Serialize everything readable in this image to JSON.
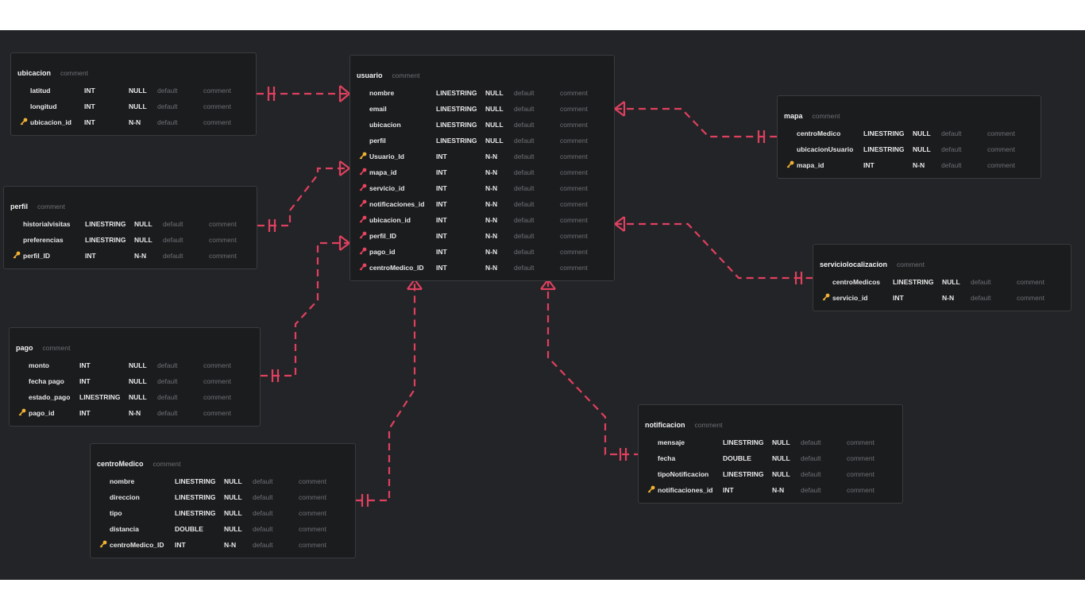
{
  "colors": {
    "canvas": "#232427",
    "card": "#1b1c1e",
    "relation": "#e0405f",
    "pk_key": "#f2b233",
    "fk_key": "#e8455f"
  },
  "tables": [
    {
      "id": "ubicacion",
      "name": "ubicacion",
      "comment": "comment",
      "columns": [
        {
          "name": "latitud",
          "type": "INT",
          "nullable": "NULL",
          "default": "default",
          "comment": "comment",
          "key": ""
        },
        {
          "name": "longitud",
          "type": "INT",
          "nullable": "NULL",
          "default": "default",
          "comment": "comment",
          "key": ""
        },
        {
          "name": "ubicacion_id",
          "type": "INT",
          "nullable": "N-N",
          "default": "default",
          "comment": "comment",
          "key": "pk"
        }
      ]
    },
    {
      "id": "perfil",
      "name": "perfil",
      "comment": "comment",
      "columns": [
        {
          "name": "historialvisitas",
          "type": "LINESTRING",
          "nullable": "NULL",
          "default": "default",
          "comment": "comment",
          "key": ""
        },
        {
          "name": "preferencias",
          "type": "LINESTRING",
          "nullable": "NULL",
          "default": "default",
          "comment": "comment",
          "key": ""
        },
        {
          "name": "perfil_ID",
          "type": "INT",
          "nullable": "N-N",
          "default": "default",
          "comment": "comment",
          "key": "pk"
        }
      ]
    },
    {
      "id": "pago",
      "name": "pago",
      "comment": "comment",
      "columns": [
        {
          "name": "monto",
          "type": "INT",
          "nullable": "NULL",
          "default": "default",
          "comment": "comment",
          "key": ""
        },
        {
          "name": "fecha pago",
          "type": "INT",
          "nullable": "NULL",
          "default": "default",
          "comment": "comment",
          "key": ""
        },
        {
          "name": "estado_pago",
          "type": "LINESTRING",
          "nullable": "NULL",
          "default": "default",
          "comment": "comment",
          "key": ""
        },
        {
          "name": "pago_id",
          "type": "INT",
          "nullable": "N-N",
          "default": "default",
          "comment": "comment",
          "key": "pk"
        }
      ]
    },
    {
      "id": "centroMedico",
      "name": "centroMedico",
      "comment": "comment",
      "columns": [
        {
          "name": "nombre",
          "type": "LINESTRING",
          "nullable": "NULL",
          "default": "default",
          "comment": "comment",
          "key": ""
        },
        {
          "name": "direccion",
          "type": "LINESTRING",
          "nullable": "NULL",
          "default": "default",
          "comment": "comment",
          "key": ""
        },
        {
          "name": "tipo",
          "type": "LINESTRING",
          "nullable": "NULL",
          "default": "default",
          "comment": "comment",
          "key": ""
        },
        {
          "name": "distancia",
          "type": "DOUBLE",
          "nullable": "NULL",
          "default": "default",
          "comment": "comment",
          "key": ""
        },
        {
          "name": "centroMedico_ID",
          "type": "INT",
          "nullable": "N-N",
          "default": "default",
          "comment": "comment",
          "key": "pk"
        }
      ]
    },
    {
      "id": "usuario",
      "name": "usuario",
      "comment": "comment",
      "columns": [
        {
          "name": "nombre",
          "type": "LINESTRING",
          "nullable": "NULL",
          "default": "default",
          "comment": "comment",
          "key": ""
        },
        {
          "name": "email",
          "type": "LINESTRING",
          "nullable": "NULL",
          "default": "default",
          "comment": "comment",
          "key": ""
        },
        {
          "name": "ubicacion",
          "type": "LINESTRING",
          "nullable": "NULL",
          "default": "default",
          "comment": "comment",
          "key": ""
        },
        {
          "name": "perfil",
          "type": "LINESTRING",
          "nullable": "NULL",
          "default": "default",
          "comment": "comment",
          "key": ""
        },
        {
          "name": "Usuario_Id",
          "type": "INT",
          "nullable": "N-N",
          "default": "default",
          "comment": "comment",
          "key": "pk"
        },
        {
          "name": "mapa_id",
          "type": "INT",
          "nullable": "N-N",
          "default": "default",
          "comment": "comment",
          "key": "fk"
        },
        {
          "name": "servicio_id",
          "type": "INT",
          "nullable": "N-N",
          "default": "default",
          "comment": "comment",
          "key": "fk"
        },
        {
          "name": "notificaciones_id",
          "type": "INT",
          "nullable": "N-N",
          "default": "default",
          "comment": "comment",
          "key": "fk"
        },
        {
          "name": "ubicacion_id",
          "type": "INT",
          "nullable": "N-N",
          "default": "default",
          "comment": "comment",
          "key": "fk"
        },
        {
          "name": "perfil_ID",
          "type": "INT",
          "nullable": "N-N",
          "default": "default",
          "comment": "comment",
          "key": "fk"
        },
        {
          "name": "pago_id",
          "type": "INT",
          "nullable": "N-N",
          "default": "default",
          "comment": "comment",
          "key": "fk"
        },
        {
          "name": "centroMedico_ID",
          "type": "INT",
          "nullable": "N-N",
          "default": "default",
          "comment": "comment",
          "key": "fk"
        }
      ]
    },
    {
      "id": "mapa",
      "name": "mapa",
      "comment": "comment",
      "columns": [
        {
          "name": "centroMedico",
          "type": "LINESTRING",
          "nullable": "NULL",
          "default": "default",
          "comment": "comment",
          "key": ""
        },
        {
          "name": "ubicacionUsuario",
          "type": "LINESTRING",
          "nullable": "NULL",
          "default": "default",
          "comment": "comment",
          "key": ""
        },
        {
          "name": "mapa_id",
          "type": "INT",
          "nullable": "N-N",
          "default": "default",
          "comment": "comment",
          "key": "pk"
        }
      ]
    },
    {
      "id": "serviciolocalizacion",
      "name": "serviciolocalizacion",
      "comment": "comment",
      "columns": [
        {
          "name": "centroMedicos",
          "type": "LINESTRING",
          "nullable": "NULL",
          "default": "default",
          "comment": "comment",
          "key": ""
        },
        {
          "name": "servicio_id",
          "type": "INT",
          "nullable": "N-N",
          "default": "default",
          "comment": "comment",
          "key": "pk"
        }
      ]
    },
    {
      "id": "notificacion",
      "name": "notificacion",
      "comment": "comment",
      "columns": [
        {
          "name": "mensaje",
          "type": "LINESTRING",
          "nullable": "NULL",
          "default": "default",
          "comment": "comment",
          "key": ""
        },
        {
          "name": "fecha",
          "type": "DOUBLE",
          "nullable": "NULL",
          "default": "default",
          "comment": "comment",
          "key": ""
        },
        {
          "name": "tipoNotificacion",
          "type": "LINESTRING",
          "nullable": "NULL",
          "default": "default",
          "comment": "comment",
          "key": ""
        },
        {
          "name": "notificaciones_id",
          "type": "INT",
          "nullable": "N-N",
          "default": "default",
          "comment": "comment",
          "key": "pk"
        }
      ]
    }
  ]
}
